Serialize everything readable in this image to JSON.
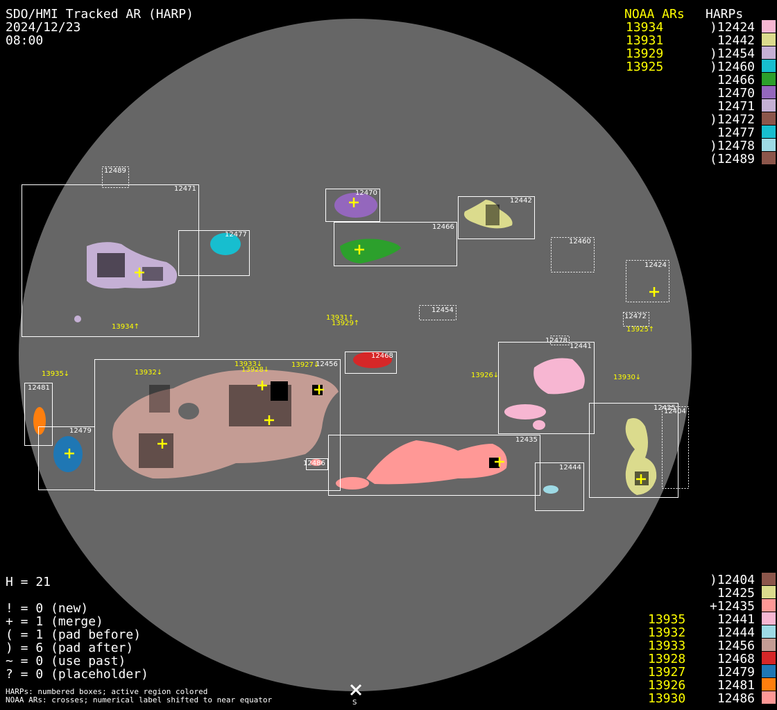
{
  "header": {
    "title": "SDO/HMI Tracked AR (HARP)",
    "date": "2024/12/23",
    "time": "08:00"
  },
  "legend_top": {
    "noaa_heading": "NOAA ARs",
    "harps_heading": "HARPs",
    "noaa": [
      "13934",
      "13931",
      "13929",
      "13925"
    ],
    "harps": [
      {
        "label": ")12424",
        "color": "#f7b6d2"
      },
      {
        "label": "12442",
        "color": "#dbdb8d"
      },
      {
        "label": ")12454",
        "color": "#c5b0d5"
      },
      {
        "label": ")12460",
        "color": "#17becf"
      },
      {
        "label": "12466",
        "color": "#2ca02c"
      },
      {
        "label": "12470",
        "color": "#9467bd"
      },
      {
        "label": "12471",
        "color": "#c5b0d5"
      },
      {
        "label": ")12472",
        "color": "#8c564b"
      },
      {
        "label": "12477",
        "color": "#17becf"
      },
      {
        "label": ")12478",
        "color": "#9edae5"
      },
      {
        "label": "(12489",
        "color": "#8c564b"
      }
    ]
  },
  "legend_bottom": {
    "noaa": [
      "",
      "",
      "",
      "13935",
      "13932",
      "13933",
      "13928",
      "13927",
      "13926",
      "13930"
    ],
    "harps": [
      {
        "label": ")12404",
        "color": "#8c564b"
      },
      {
        "label": "12425",
        "color": "#dbdb8d"
      },
      {
        "label": "+12435",
        "color": "#ff9896"
      },
      {
        "label": "12441",
        "color": "#f7b6d2"
      },
      {
        "label": "12444",
        "color": "#9edae5"
      },
      {
        "label": "12456",
        "color": "#c49c94"
      },
      {
        "label": "12468",
        "color": "#d62728"
      },
      {
        "label": "12479",
        "color": "#1f77b4"
      },
      {
        "label": "12481",
        "color": "#ff7f0e"
      },
      {
        "label": "12486",
        "color": "#ff9896"
      }
    ]
  },
  "stats": {
    "h": "H = 21",
    "lines": [
      "! = 0 (new)",
      "+ = 1 (merge)",
      "( = 1 (pad before)",
      ") = 6 (pad after)",
      "~ = 0 (use past)",
      "? = 0 (placeholder)"
    ]
  },
  "footnotes": [
    "HARPs: numbered boxes; active region colored",
    "NOAA ARs: crosses; numerical label shifted to near equator"
  ],
  "south_marker": "S",
  "box_labels": {
    "b12489": "12489",
    "b12471": "12471",
    "b12477": "12477",
    "b12470": "12470",
    "b12466": "12466",
    "b12442": "12442",
    "b12460": "12460",
    "b12424": "12424",
    "b12454": "12454",
    "b12472": "12472",
    "b12478": "12478",
    "b12441": "12441",
    "b12468": "12468",
    "b12456": "12456",
    "b12481": "12481",
    "b12479": "12479",
    "b12435": "12435",
    "b12486": "12486",
    "b12444": "12444",
    "b12425": "12425",
    "b12404": "12404"
  },
  "noaa_labels": {
    "n13934": "13934↑",
    "n13931": "13931↑",
    "n13929": "13929↑",
    "n13925": "13925↑",
    "n13935": "13935↓",
    "n13932": "13932↓",
    "n13933": "13933↓",
    "n13928": "13928↓",
    "n13927": "13927↓",
    "n13926": "13926↓",
    "n13930": "13930↓"
  }
}
